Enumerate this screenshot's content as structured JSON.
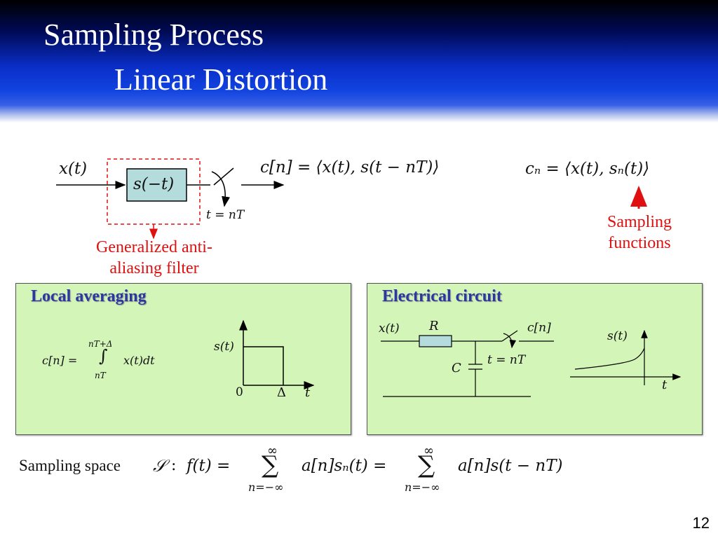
{
  "header": {
    "title_line1": "Sampling Process",
    "title_line2": "Linear Distortion"
  },
  "block_diagram": {
    "input_label": "x(t)",
    "filter_label": "s(−t)",
    "sampler_label": "t = nT",
    "output_eq": "c[n] = ⟨x(t), s(t − nT)⟩",
    "general_eq": "cₙ = ⟨x(t), sₙ(t)⟩",
    "filter_annotation_line1": "Generalized anti-",
    "filter_annotation_line2": "aliasing filter",
    "sampling_fn_line1": "Sampling",
    "sampling_fn_line2": "functions"
  },
  "local_averaging": {
    "heading": "Local averaging",
    "eq_lhs": "c[n] =",
    "int_upper": "nT+Δ",
    "int_lower": "nT",
    "integrand": "x(t)dt",
    "plot_ylabel": "s(t)",
    "plot_origin": "0",
    "plot_delta": "Δ",
    "plot_xlabel": "t"
  },
  "electrical_circuit": {
    "heading": "Electrical circuit",
    "input_label": "x(t)",
    "resistor_label": "R",
    "capacitor_label": "C",
    "switch_label": "t = nT",
    "output_label": "c[n]",
    "plot_ylabel": "s(t)",
    "plot_xlabel": "t"
  },
  "sampling_space": {
    "label": "Sampling space",
    "space_symbol": "𝒮",
    "colon": ":",
    "f_eq": "f(t) =",
    "sum1_top": "∞",
    "sum1_bottom": "n=−∞",
    "term1": "a[n]sₙ(t) =",
    "sum2_top": "∞",
    "sum2_bottom": "n=−∞",
    "term2": "a[n]s(t − nT)"
  },
  "page_number": "12",
  "colors": {
    "header_blue": "#1244e0",
    "panel_green": "#d4f5b8",
    "heading_blue": "#2a39a0",
    "annotation_red": "#e01010",
    "filter_box": "#b4dcdc"
  }
}
